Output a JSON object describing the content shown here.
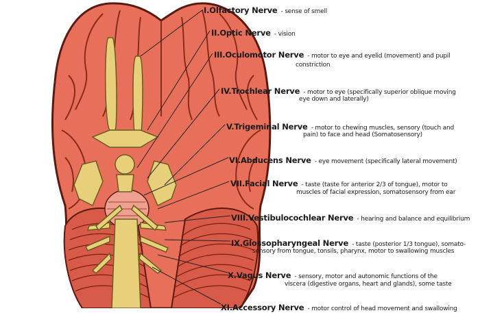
{
  "nerves": [
    {
      "name": "I.Olfactory Nerve",
      "desc": "- sense of smell"
    },
    {
      "name": "II.Optic Nerve",
      "desc": "- vision"
    },
    {
      "name": "III.Oculomotor Nerve",
      "desc": "- motor to eye and eyelid (movement) and pupil",
      "desc2": "constriction"
    },
    {
      "name": "IV.Trochlear Nerve",
      "desc": "- motor to eye (specifically superior oblique moving",
      "desc2": "eye down and laterally)"
    },
    {
      "name": "V.Trigeminal Nerve",
      "desc": "- motor to chewing muscles, sensory (touch and",
      "desc2": "pain) to face and head (Somatosensory)"
    },
    {
      "name": "VI.Abducens Nerve",
      "desc": "- eye movement (specifically lateral movement)"
    },
    {
      "name": "VII.Facial Nerve",
      "desc": "- taste (taste for anterior 2/3 of tongue), motor to",
      "desc2": "muscles of facial expression, somatosensory from ear"
    },
    {
      "name": "VIII.Vestibulocochlear Nerve",
      "desc": "- hearing and balance and equilibrium"
    },
    {
      "name": "IX.Glossopharyngeal Nerve",
      "desc": "- taste (posterior 1/3 tongue), somato-",
      "desc2": "sensory from tongue, tonsils, pharynx, motor to swallowing muscles"
    },
    {
      "name": "X.Vagus Nerve",
      "desc": "- sensory, motor and autonomic functions of the",
      "desc2": "viscera (digestive organs, heart and glands), some taste"
    },
    {
      "name": "XI.Accessory Nerve",
      "desc": "- motor control of head movement and swallowing"
    }
  ],
  "colors": {
    "brain": "#e8705a",
    "brain_light": "#f08a72",
    "outline": "#5a1a10",
    "nerve": "#e8d07a",
    "nerve_outline": "#6a5a20",
    "cerebellum": "#d85a48"
  }
}
